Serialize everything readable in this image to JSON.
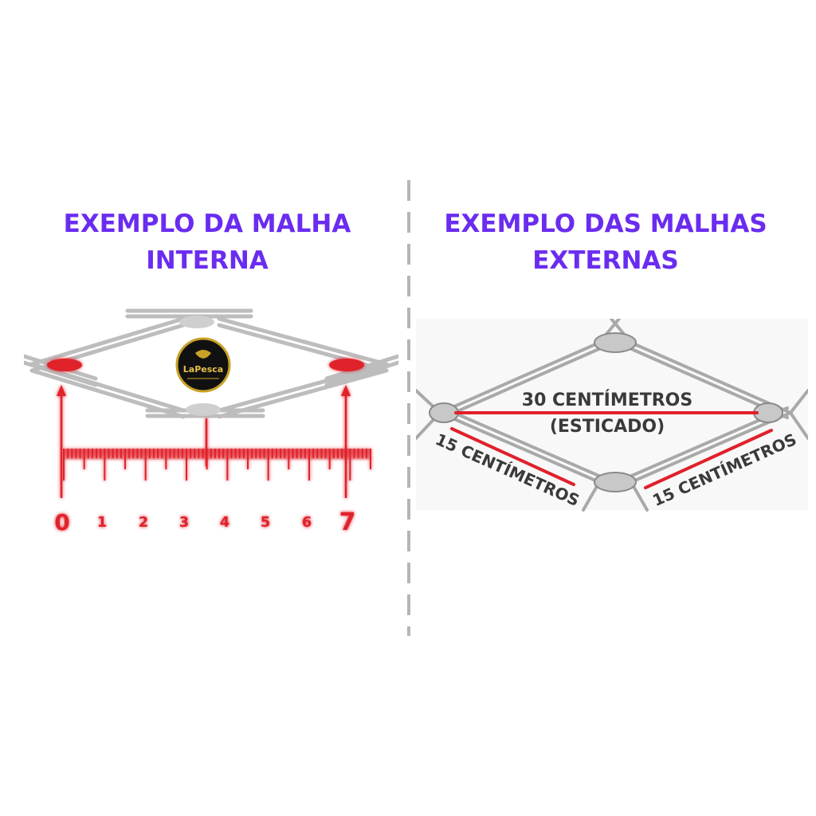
{
  "left": {
    "title_line1": "EXEMPLO DA MALHA",
    "title_line2": "INTERNA",
    "logo_text": "LaPesca",
    "ruler_labels": [
      "0",
      "1",
      "2",
      "3",
      "4",
      "5",
      "6",
      "7"
    ]
  },
  "right": {
    "title_line1": "EXEMPLO DAS MALHAS",
    "title_line2": "EXTERNAS",
    "stretched_line1": "30 CENTÍMETROS",
    "stretched_line2": "(ESTICADO)",
    "side_left": "15 CENTÍMETROS",
    "side_right": "15 CENTÍMETROS"
  },
  "colors": {
    "title": "#6a2cf0",
    "measure": "#e0202a",
    "net": "#b8b8b8",
    "divider": "#b5b5b5"
  }
}
